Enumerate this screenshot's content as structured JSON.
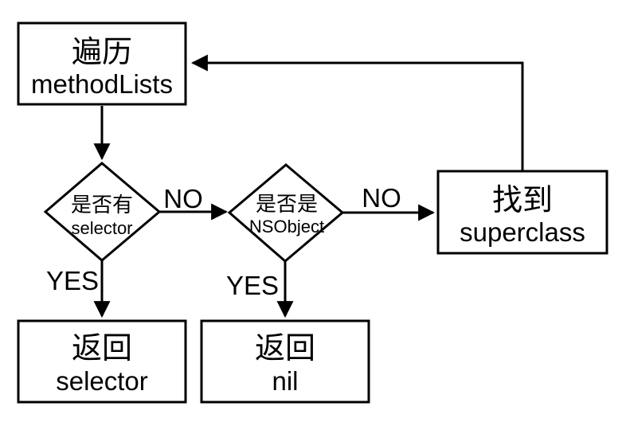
{
  "diagram": {
    "background_color": "#ffffff",
    "line_color": "#000000",
    "nodes": {
      "traverse": {
        "line1": "遍历",
        "line2": "methodLists"
      },
      "check_selector": {
        "line1": "是否有",
        "line2": "selector"
      },
      "check_nsobject": {
        "line1": "是否是",
        "line2": "NSObject"
      },
      "find_superclass": {
        "line1": "找到",
        "line2": "superclass"
      },
      "return_selector": {
        "line1": "返回",
        "line2": "selector"
      },
      "return_nil": {
        "line1": "返回",
        "line2": "nil"
      }
    },
    "edge_labels": {
      "no_from_check_selector": "NO",
      "no_from_check_nsobject": "NO",
      "yes_to_return_selector": "YES",
      "yes_to_return_nil": "YES"
    }
  }
}
